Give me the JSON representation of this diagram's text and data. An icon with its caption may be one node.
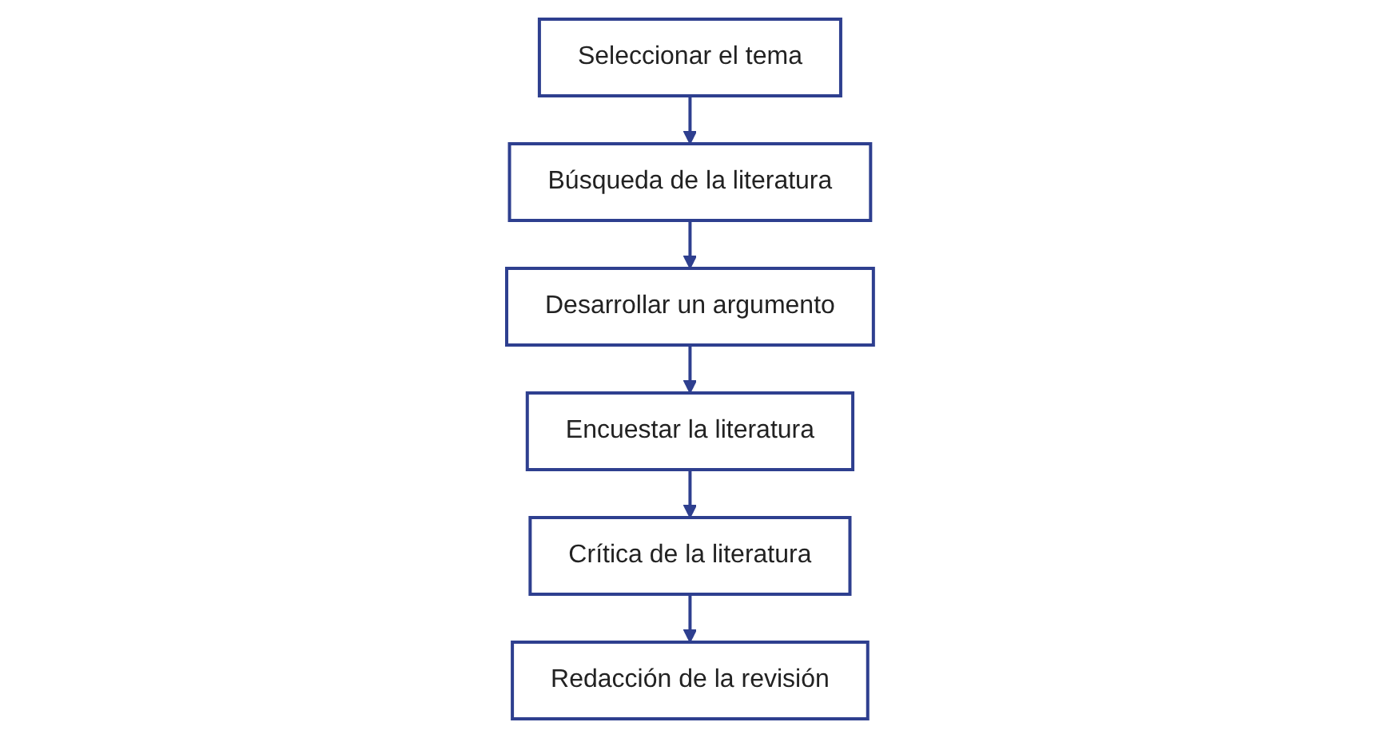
{
  "diagram": {
    "nodes": [
      {
        "text": [
          "Seleccionar el tema"
        ]
      },
      {
        "text": [
          "Búsqueda de la literatura"
        ]
      },
      {
        "text": [
          "Desarrollar un argumento"
        ]
      },
      {
        "text": [
          "Encuestar la literatura"
        ]
      },
      {
        "text": [
          "Crítica de la literatura"
        ]
      },
      {
        "text": [
          "Redacción de la revisión"
        ]
      }
    ],
    "edges": [
      {
        "from": 0,
        "to": 1,
        "arrow": "to"
      },
      {
        "from": 1,
        "to": 2,
        "arrow": "to"
      },
      {
        "from": 2,
        "to": 3,
        "arrow": "to"
      },
      {
        "from": 3,
        "to": 4,
        "arrow": "to"
      },
      {
        "from": 4,
        "to": 5,
        "arrow": "to"
      }
    ]
  }
}
